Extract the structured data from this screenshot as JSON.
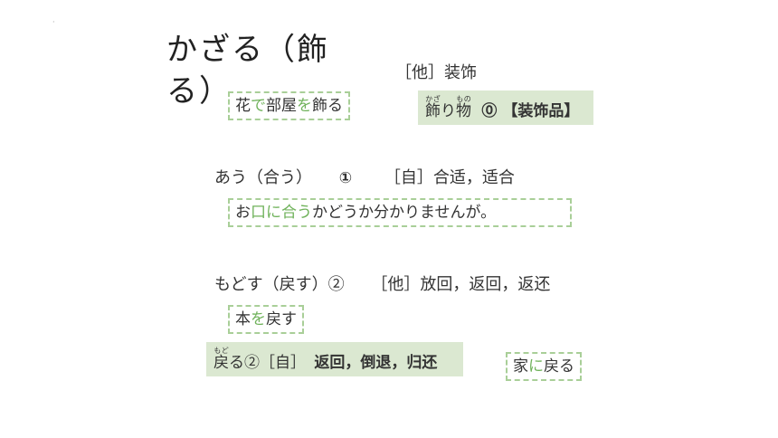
{
  "title": "かざる（飾る）",
  "kazaru": {
    "meaning": "［他］装饰",
    "example": [
      {
        "t": "花",
        "h": false
      },
      {
        "t": "で",
        "h": true
      },
      {
        "t": "部屋",
        "h": false
      },
      {
        "t": "を",
        "h": true
      },
      {
        "t": "飾る",
        "h": false
      }
    ],
    "derived": {
      "kanji": "飾",
      "kanji_rt": "かざ",
      "mid": "り",
      "kanji2": "物",
      "kanji2_rt": "もの",
      "num": "⓪",
      "meaning": "【装饰品】"
    }
  },
  "au": {
    "head": "あう（合う）",
    "num": "①",
    "meaning": "［自］合适，适合",
    "example": [
      {
        "t": "お",
        "h": false
      },
      {
        "t": "口に合う",
        "h": true
      },
      {
        "t": "かどうか分かりませんが。",
        "h": false
      }
    ]
  },
  "modosu": {
    "head": "もどす（戻す）②",
    "meaning": "［他］放回，返回，返还",
    "example": [
      {
        "t": "本",
        "h": false
      },
      {
        "t": "を",
        "h": true
      },
      {
        "t": "戻す",
        "h": false
      }
    ],
    "derived": {
      "kanji": "戻",
      "kanji_rt": "もど",
      "rest": "る②［自］",
      "meaning": "返回，倒退，归还"
    },
    "example2": [
      {
        "t": "家",
        "h": false
      },
      {
        "t": "に",
        "h": true
      },
      {
        "t": "戻る",
        "h": false
      }
    ]
  }
}
